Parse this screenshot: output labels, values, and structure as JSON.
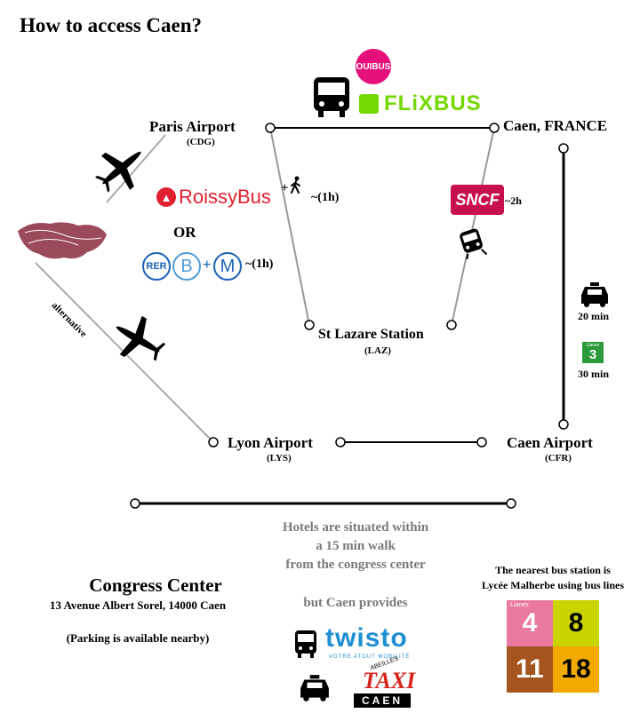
{
  "title": "How to access Caen?",
  "nodes": {
    "paris": {
      "name": "Paris Airport",
      "code": "(CDG)"
    },
    "caen_city": {
      "name": "Caen, FRANCE"
    },
    "lazare": {
      "name": "St Lazare Station",
      "code": "(LAZ)"
    },
    "lyon": {
      "name": "Lyon Airport",
      "code": "(LYS)"
    },
    "caen_airport": {
      "name": "Caen Airport",
      "code": "(CFR)"
    }
  },
  "transport": {
    "bus_logos": [
      "OUIBUS",
      "FLiXBUS"
    ],
    "roissybus": {
      "logo": "RoissyBus",
      "plus": "+",
      "time": "~(1h)"
    },
    "or": "OR",
    "rer": {
      "labels": [
        "RER",
        "B",
        "M"
      ],
      "plus": "+",
      "time": "~(1h)"
    },
    "sncf": {
      "logo": "SNCF",
      "time": "~2h"
    },
    "alternative": "alternative",
    "taxi_time": "20 min",
    "bus_line": {
      "badge_top": "Lianes",
      "number": "3",
      "time": "30 min"
    }
  },
  "info": {
    "hotels": [
      "Hotels are situated within",
      "a 15 min walk",
      "from the congress center"
    ],
    "provides": "but Caen provides",
    "bus_station": [
      "The nearest bus station is",
      "Lycée Malherbe using bus lines"
    ],
    "lines": [
      "4",
      "8",
      "11",
      "18"
    ],
    "lines_badge": "Lianes",
    "twisto": {
      "name": "twisto",
      "tagline": "VOTRE ATOUT MOBILITÉ"
    },
    "taxi_caen": {
      "top": "ABEILLES",
      "word": "TAXI",
      "city": "CAEN"
    }
  },
  "congress": {
    "title": "Congress Center",
    "address": "13 Avenue Albert Sorel, 14000 Caen",
    "parking": "(Parking is available nearby)"
  },
  "colors": {
    "ouibus": "#e5107a",
    "flixbus": "#73d700",
    "roissy": "#e0202e",
    "sncf": "#c8104e",
    "ratp_blue": "#1b63b6",
    "rer_b": "#4f9dd8",
    "lianes_green": "#2a9a3a",
    "line4": "#e9799f",
    "line8": "#c9d300",
    "line11": "#a5561e",
    "line18": "#f2a900",
    "twisto_blue": "#1f8fd1",
    "taxi_red": "#d7241b"
  }
}
